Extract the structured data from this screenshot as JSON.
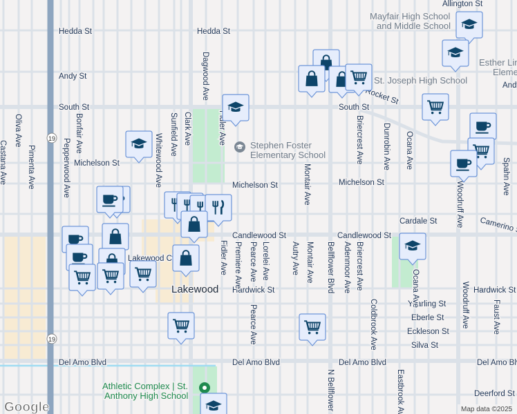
{
  "colors": {
    "background": "#f4f2f2",
    "road": "#ffffff",
    "road_edge": "#dbe1e8",
    "freeway": "#8ea5bf",
    "park": "#c3ecd0",
    "mall": "#f8ebd3",
    "water": "#9fdcf2",
    "marker_fill": "#e6edfc",
    "marker_border": "#6d95d8",
    "marker_icon": "#0e4569"
  },
  "streets": {
    "hedda_1": "Hedda St",
    "hedda_2": "Hedda St",
    "andy_1": "Andy St",
    "andy_2": "Andy St",
    "south_1": "South St",
    "south_2": "South St",
    "rocket": "Rocket St",
    "allington": "Allington St",
    "michelson_1": "Michelson St",
    "michelson_2": "Michelson St",
    "michelson_3": "Michelson St",
    "candlewood_1": "Candlewood St",
    "candlewood_2": "Candlewood St",
    "cardale": "Cardale St",
    "camerino": "Camerino St",
    "hardwick_1": "Hardwick St",
    "hardwick_2": "Hardwick St",
    "yearling": "Yearling St",
    "eberle": "Eberle St",
    "eckleson": "Eckleson St",
    "silva": "Silva St",
    "deerford": "Deerford St",
    "delamo_1": "Del Amo Blvd",
    "delamo_2": "Del Amo Blvd",
    "delamo_3": "Del Amo Blvd",
    "delamo_4": "Del Amo Blvd",
    "oliva": "Oliva Ave",
    "castana": "Castana Ave",
    "pimenta": "Pimenta Ave",
    "pepperwood": "Pepperwood Ave",
    "bonfair": "Bonfair Ave",
    "whitewood": "Whitewood Ave",
    "sunfield": "Sunfield Ave",
    "clark": "Clark Ave",
    "dagwood": "Dagwood Ave",
    "fidler_1": "Fidler Ave",
    "fidler_2": "Fidler Ave",
    "premiere": "Premiere Ave",
    "pearce_1": "Pearce Ave",
    "pearce_2": "Pearce Ave",
    "lorelei": "Lorelei Ave",
    "autry": "Autry Ave",
    "montair_1": "Montair Ave",
    "montair_2": "Montair Ave",
    "bellflower": "Bellflower Blvd",
    "n_bellflower": "N Bellflower",
    "adenmoor": "Adenmoor Ave",
    "briercrest_1": "Briercrest Ave",
    "briercrest_2": "Briercrest Ave",
    "coldbrook": "Coldbrook Ave",
    "dunrobin": "Dunrobin Ave",
    "ocana_1": "Ocana Ave",
    "ocana_2": "Ocana Ave",
    "woodruff_1": "Woodruff Ave",
    "woodruff_2": "Woodruff Ave",
    "spahn": "Spahn Ave",
    "faust": "Faust Ave",
    "eastbrook": "Eastbrook Ave"
  },
  "route_shield": "19",
  "places": {
    "mayfair_1": "Mayfair High School",
    "mayfair_2": "and Middle School",
    "st_joseph": "St. Joseph High School",
    "esther_1": "Esther Lindstrom",
    "esther_2": "Elementary",
    "foster_1": "Stephen Foster",
    "foster_2": "Elementary School",
    "athletic_1": "Athletic Complex | St.",
    "athletic_2": "Anthony High School",
    "mall": "Lakewood Ctr Mall",
    "city": "Lakewood"
  },
  "markers": [
    {
      "icon": "school-icon"
    },
    {
      "icon": "school-icon"
    },
    {
      "icon": "school-icon"
    },
    {
      "icon": "school-icon"
    },
    {
      "icon": "school-icon"
    },
    {
      "icon": "school-icon"
    },
    {
      "icon": "shopping-bag-icon"
    },
    {
      "icon": "shopping-bag-icon"
    },
    {
      "icon": "shopping-bag-icon"
    },
    {
      "icon": "shopping-cart-icon"
    },
    {
      "icon": "shopping-cart-icon"
    },
    {
      "icon": "coffee-cup-icon"
    },
    {
      "icon": "shopping-cart-icon"
    },
    {
      "icon": "coffee-cup-icon"
    },
    {
      "icon": "coffee-cup-icon"
    },
    {
      "icon": "coffee-cup-icon"
    },
    {
      "icon": "restaurant-icon"
    },
    {
      "icon": "restaurant-icon"
    },
    {
      "icon": "restaurant-icon"
    },
    {
      "icon": "restaurant-icon"
    },
    {
      "icon": "shopping-bag-icon"
    },
    {
      "icon": "coffee-cup-icon"
    },
    {
      "icon": "shopping-bag-icon"
    },
    {
      "icon": "coffee-cup-icon"
    },
    {
      "icon": "shopping-bag-icon"
    },
    {
      "icon": "shopping-cart-icon"
    },
    {
      "icon": "shopping-cart-icon"
    },
    {
      "icon": "shopping-cart-icon"
    },
    {
      "icon": "shopping-bag-icon"
    },
    {
      "icon": "shopping-cart-icon"
    },
    {
      "icon": "shopping-cart-icon"
    }
  ],
  "footer": {
    "logo": "Google",
    "attribution": "Map data ©2025"
  }
}
